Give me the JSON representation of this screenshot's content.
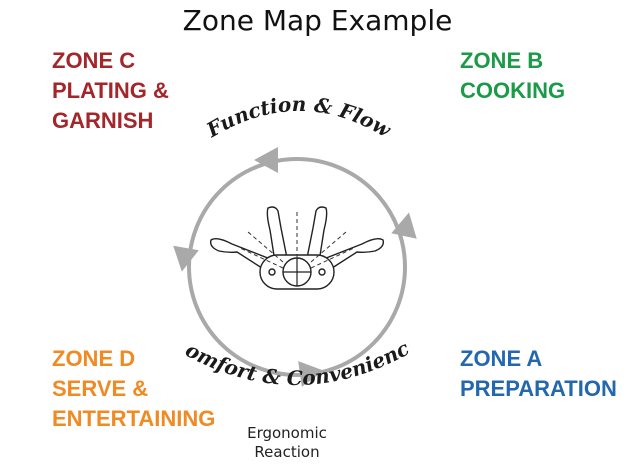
{
  "title": "Zone Map Example",
  "zones": {
    "c": {
      "lines": [
        "ZONE C",
        "PLATING &",
        "GARNISH"
      ],
      "color": "#a3262a"
    },
    "b": {
      "lines": [
        "ZONE B",
        "COOKING"
      ],
      "color": "#1b9a47"
    },
    "d": {
      "lines": [
        "ZONE D",
        "SERVE &",
        "ENTERTAINING"
      ],
      "color": "#f08a23"
    },
    "a": {
      "lines": [
        "ZONE A",
        "PREPARATION"
      ],
      "color": "#2368ae"
    }
  },
  "cycle": {
    "top_label": "Function & Flow",
    "bottom_label": "Comfort & Convenience",
    "ring_color": "#a9a9a9"
  },
  "caption": {
    "lines": [
      "Ergonomic",
      "Reaction"
    ]
  }
}
